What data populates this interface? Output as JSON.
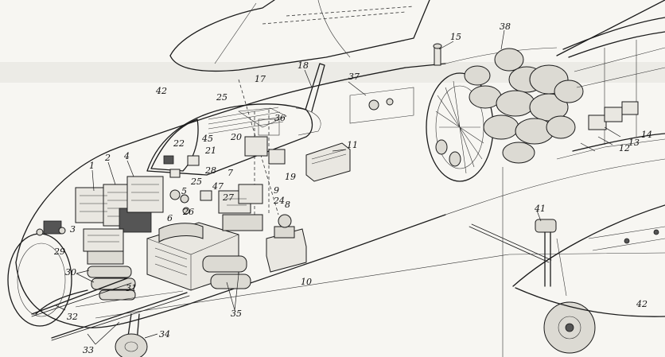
{
  "callouts": [
    {
      "id": "c1",
      "text": "1"
    },
    {
      "id": "c2",
      "text": "2"
    },
    {
      "id": "c3",
      "text": "3"
    },
    {
      "id": "c4",
      "text": "4"
    },
    {
      "id": "c5",
      "text": "5"
    },
    {
      "id": "c6",
      "text": "6"
    },
    {
      "id": "c7",
      "text": "7"
    },
    {
      "id": "c8",
      "text": "8"
    },
    {
      "id": "c9",
      "text": "9"
    },
    {
      "id": "c10",
      "text": "10"
    },
    {
      "id": "c11",
      "text": "11"
    },
    {
      "id": "c12",
      "text": "12"
    },
    {
      "id": "c13",
      "text": "13"
    },
    {
      "id": "c14",
      "text": "14"
    },
    {
      "id": "c15",
      "text": "15"
    },
    {
      "id": "c17",
      "text": "17"
    },
    {
      "id": "c18",
      "text": "18"
    },
    {
      "id": "c19",
      "text": "19"
    },
    {
      "id": "c20",
      "text": "20"
    },
    {
      "id": "c21",
      "text": "21"
    },
    {
      "id": "c22",
      "text": "22"
    },
    {
      "id": "c24",
      "text": "24"
    },
    {
      "id": "c25a",
      "text": "25"
    },
    {
      "id": "c25b",
      "text": "25"
    },
    {
      "id": "c26",
      "text": "26"
    },
    {
      "id": "c27",
      "text": "27"
    },
    {
      "id": "c28",
      "text": "28"
    },
    {
      "id": "c29",
      "text": "29"
    },
    {
      "id": "c30",
      "text": "30"
    },
    {
      "id": "c31",
      "text": "31"
    },
    {
      "id": "c32",
      "text": "32"
    },
    {
      "id": "c33",
      "text": "33"
    },
    {
      "id": "c34",
      "text": "34"
    },
    {
      "id": "c35",
      "text": "35"
    },
    {
      "id": "c36",
      "text": "36"
    },
    {
      "id": "c37",
      "text": "37"
    },
    {
      "id": "c38",
      "text": "38"
    },
    {
      "id": "c41",
      "text": "41"
    },
    {
      "id": "c42a",
      "text": "42"
    },
    {
      "id": "c42b",
      "text": "42"
    },
    {
      "id": "c45",
      "text": "45"
    },
    {
      "id": "c47",
      "text": "47"
    }
  ]
}
